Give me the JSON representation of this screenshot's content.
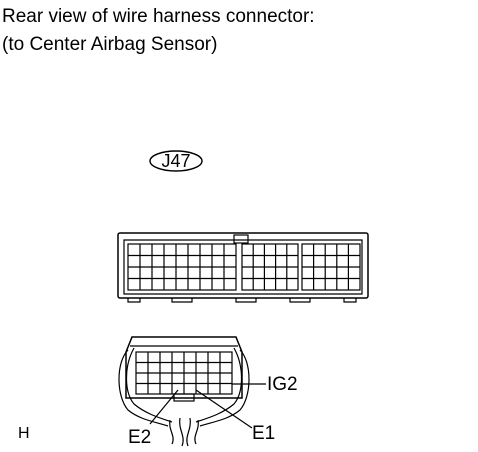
{
  "caption": {
    "line1": "Rear view of wire harness connector:",
    "line2": "(to Center Airbag Sensor)"
  },
  "connector_code": "J47",
  "pins": {
    "ig2": "IG2",
    "e2": "E2",
    "e1": "E1"
  },
  "figure_code": "H",
  "colors": {
    "line": "#000000",
    "background": "#ffffff"
  }
}
